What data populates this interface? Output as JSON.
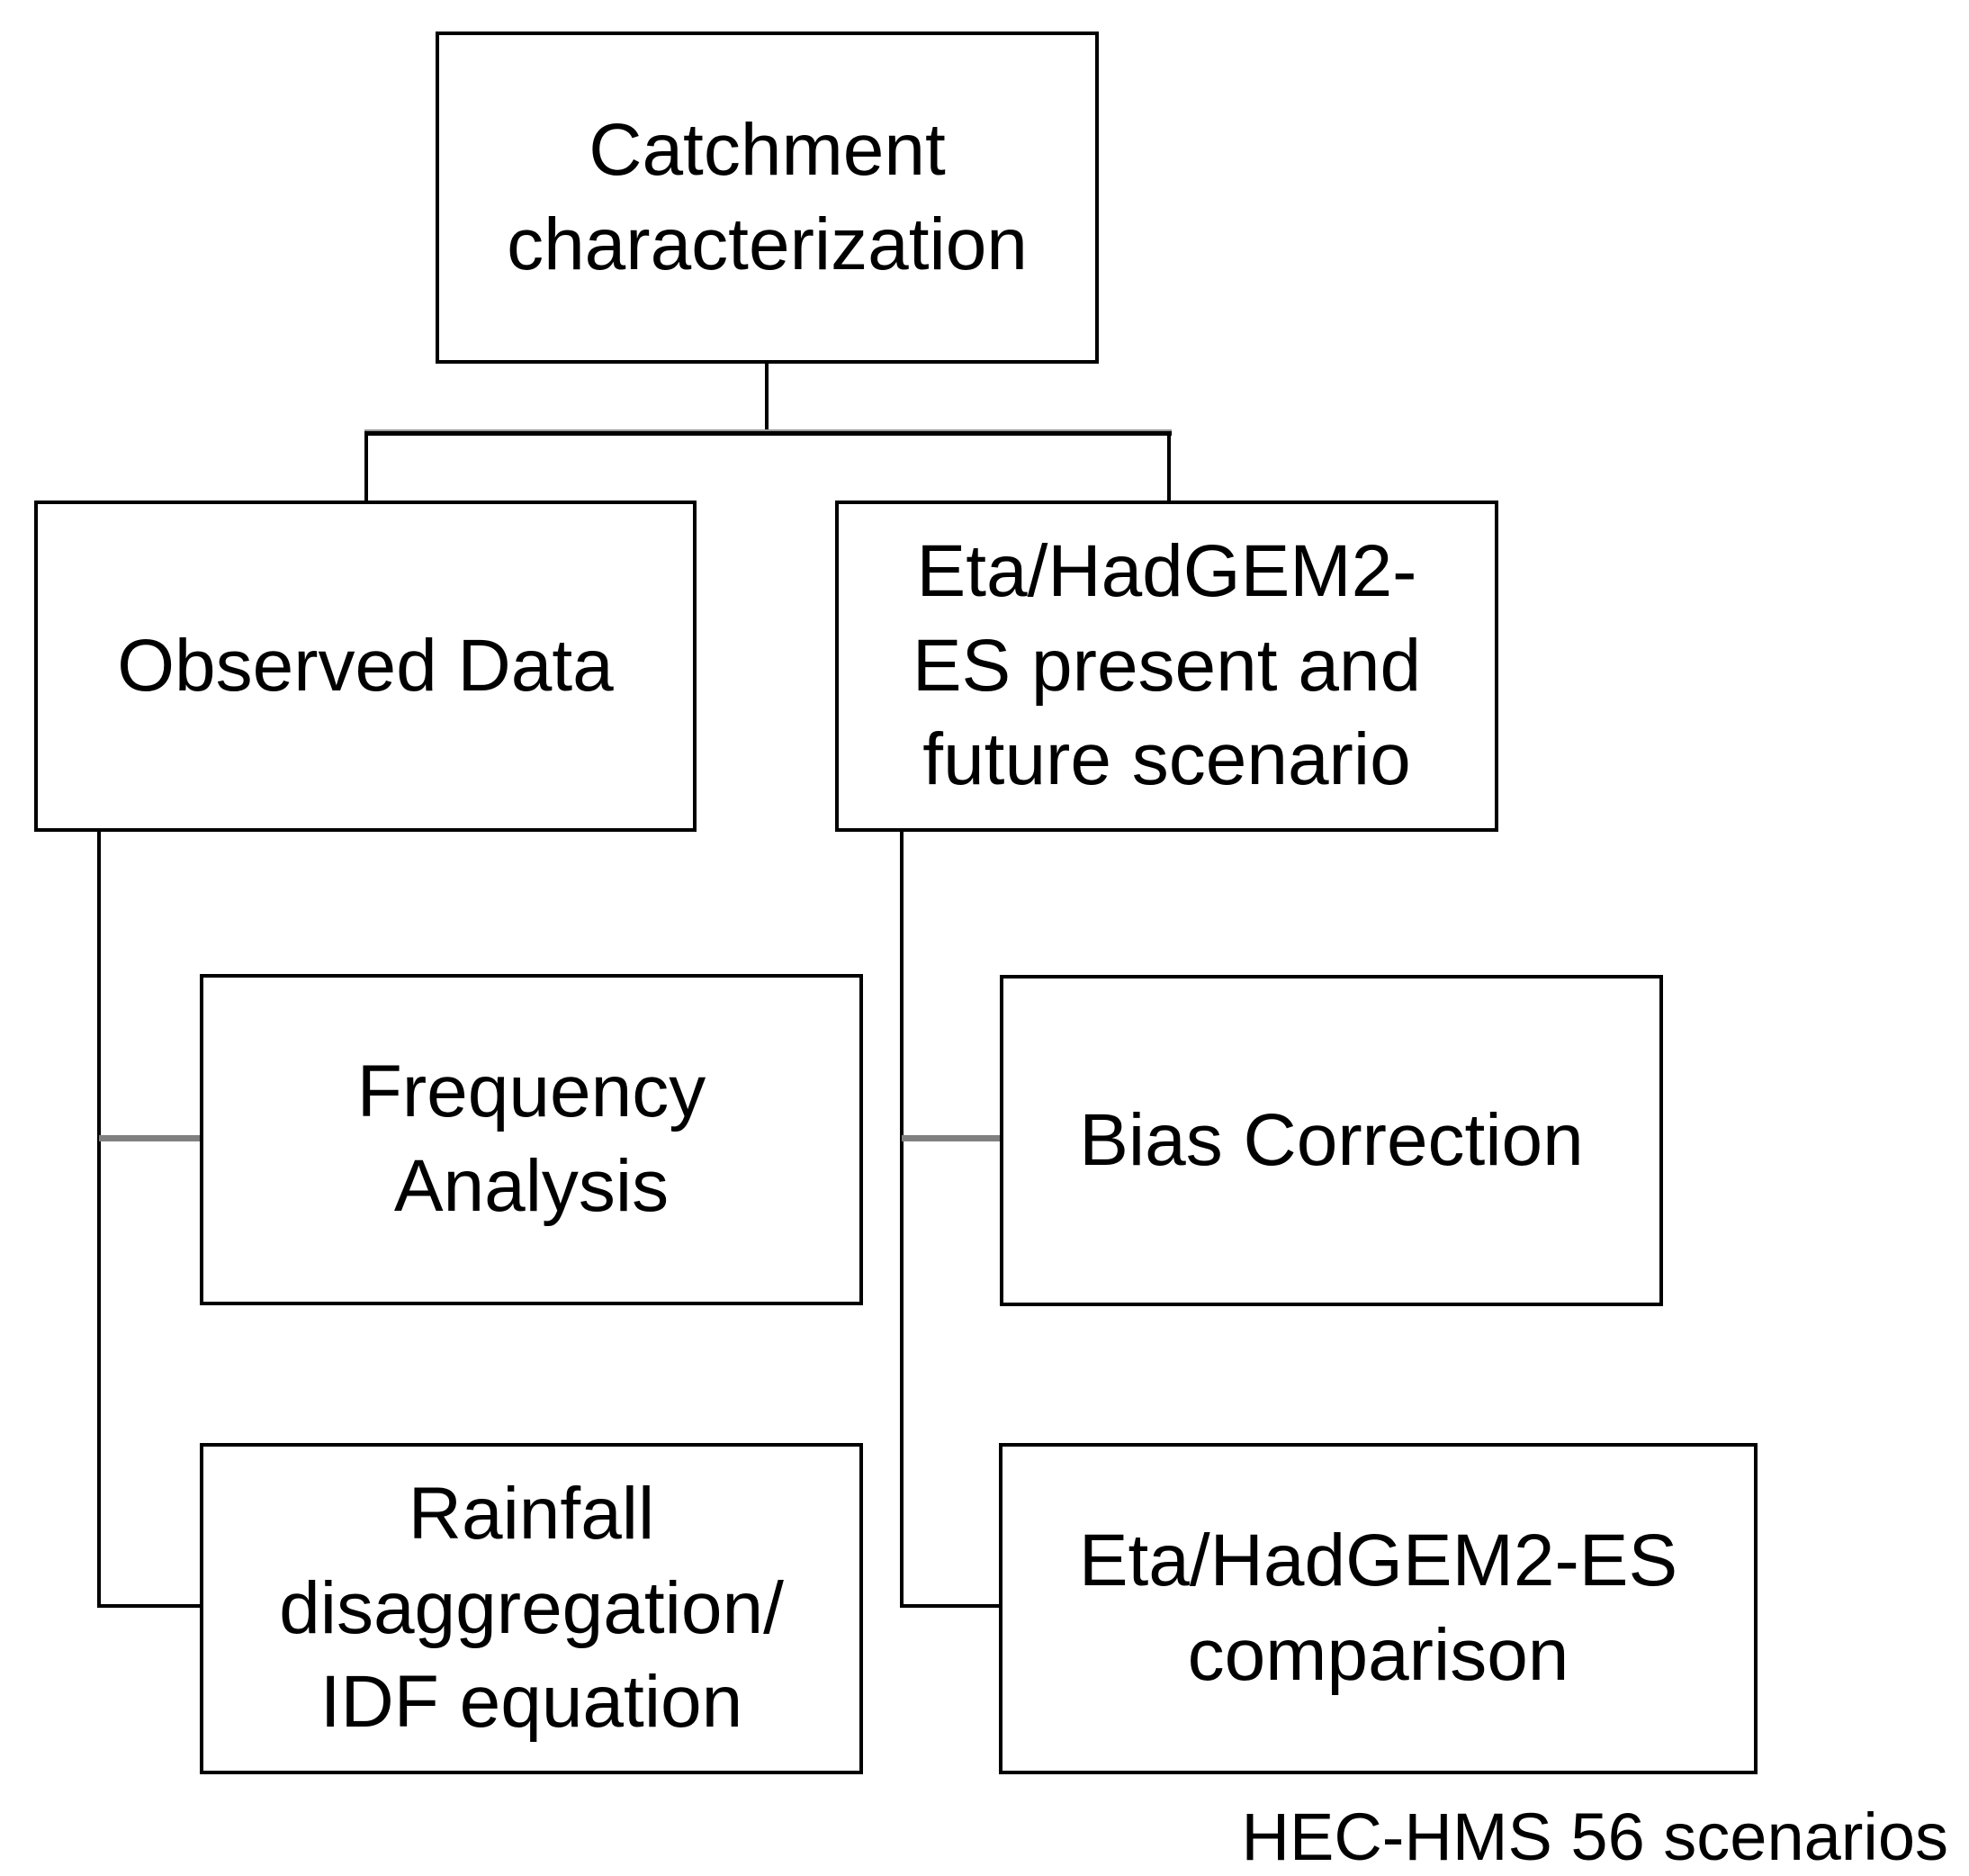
{
  "diagram": {
    "nodes": {
      "root": {
        "label": "Catchment\ncharacterization"
      },
      "observed": {
        "label": "Observed Data"
      },
      "eta_scenario": {
        "label": "Eta/HadGEM2-\nES present and\nfuture scenario"
      },
      "frequency": {
        "label": "Frequency\nAnalysis"
      },
      "bias": {
        "label": "Bias Correction"
      },
      "rainfall": {
        "label": "Rainfall\ndisaggregation/\nIDF equation"
      },
      "comparison": {
        "label": "Eta/HadGEM2-ES\ncomparison"
      }
    },
    "caption": "HEC-HMS 56 scenarios",
    "colors": {
      "background": "#ffffff",
      "box_border": "#000000",
      "text": "#000000",
      "connector_black": "#000000",
      "connector_gray": "#808080"
    }
  }
}
